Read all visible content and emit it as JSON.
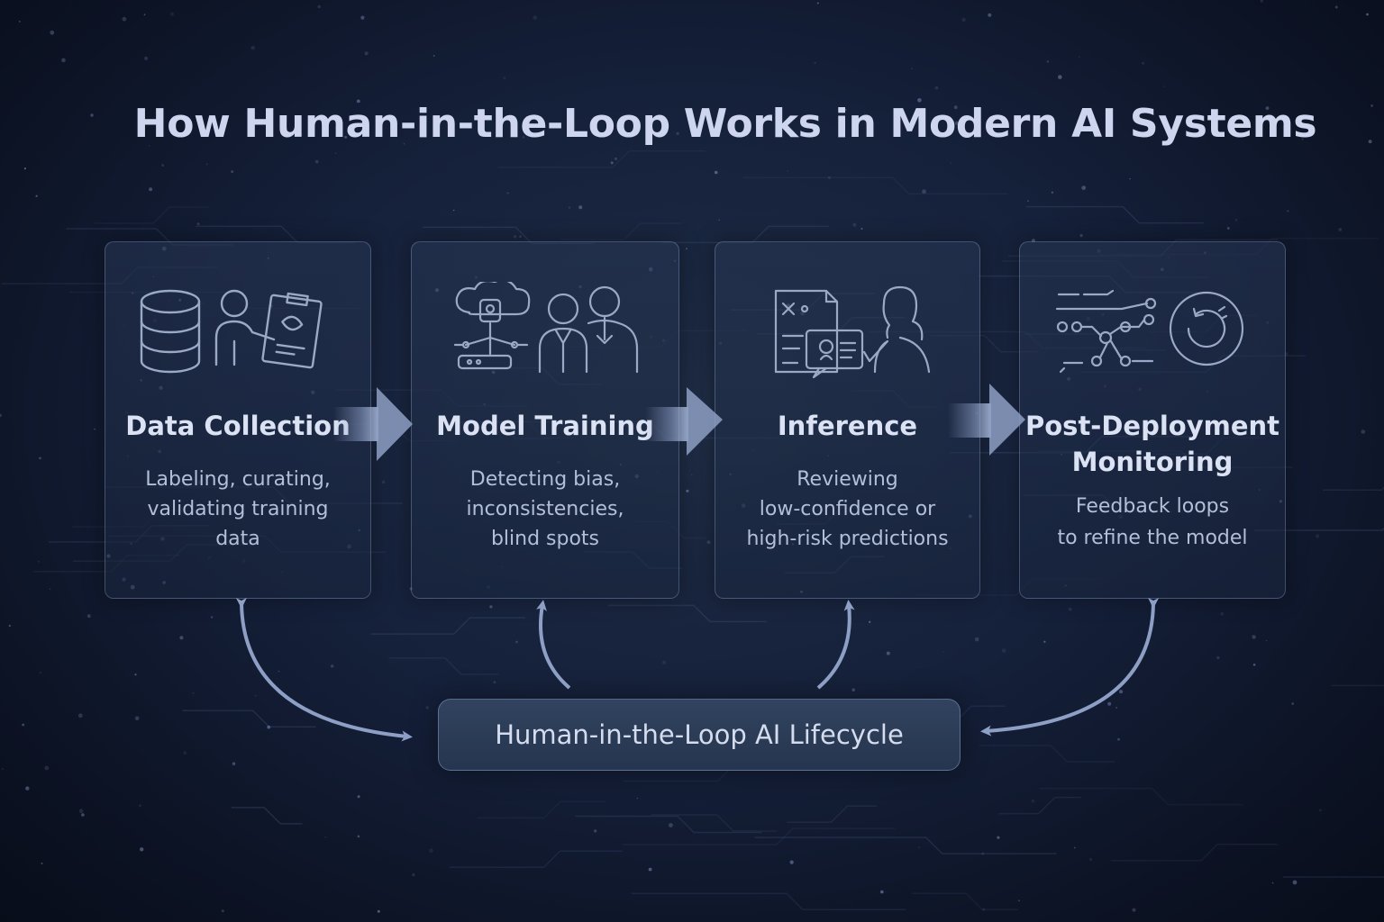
{
  "title": "How Human-in-the-Loop Works in Modern AI Systems",
  "stages": [
    {
      "title": "Data Collection",
      "description": "Labeling, curating,\nvalidating training\ndata",
      "icon": "database-annotator-icon"
    },
    {
      "title": "Model Training",
      "description": "Detecting bias,\ninconsistencies,\nblind spots",
      "icon": "model-people-icon"
    },
    {
      "title": "Inference",
      "description": "Reviewing\nlow-confidence or\nhigh-risk predictions",
      "icon": "review-document-icon"
    },
    {
      "title": "Post-Deployment\nMonitoring",
      "description": "Feedback loops\nto refine the model",
      "icon": "network-feedback-icon"
    }
  ],
  "lifecycle_label": "Human-in-the-Loop AI Lifecycle",
  "colors": {
    "background": "#15203a",
    "card_border": "#8fa3c8",
    "text": "#dbe2f3",
    "icon_stroke": "#9aa9c6",
    "arrow": "#8d9fc4"
  }
}
